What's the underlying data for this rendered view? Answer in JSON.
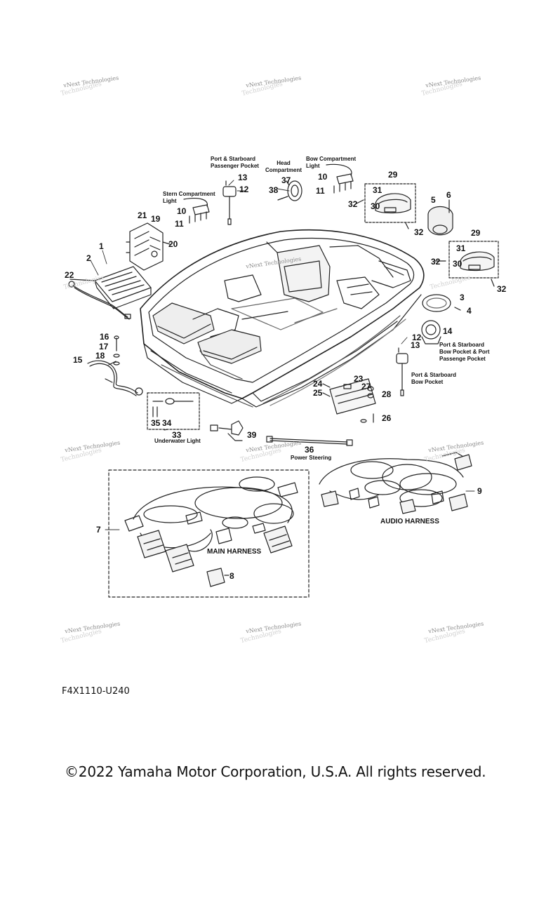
{
  "diagram_code": "F4X1110-U240",
  "copyright": "©2022 Yamaha Motor Corporation, U.S.A. All rights reserved.",
  "watermark": "vNext Technologies",
  "watermark_ghost": "Technologies",
  "captions": {
    "port_starboard_passenger_pocket": "Port & Starboard\nPassenger Pocket",
    "head_compartment": "Head\nCompartment",
    "bow_compartment_light": "Bow Compartment\nLight",
    "stern_compartment_light": "Stern Compartment\nLight",
    "port_starboard_bow_pocket_port_passenge": "Port & Starboard\nBow Pocket & Port\nPassenge Pocket",
    "port_starboard_bow_pocket": "Port & Starboard\nBow Pocket",
    "underwater_light": "Underwater Light",
    "power_steering": "Power Steering",
    "main_harness": "MAIN HARNESS",
    "audio_harness": "AUDIO HARNESS"
  },
  "callouts": [
    "1",
    "2",
    "3",
    "4",
    "5",
    "6",
    "7",
    "8",
    "9",
    "10",
    "11",
    "12",
    "13",
    "14",
    "15",
    "16",
    "17",
    "18",
    "19",
    "20",
    "21",
    "22",
    "23",
    "24",
    "25",
    "26",
    "27",
    "28",
    "29",
    "30",
    "31",
    "32",
    "33",
    "34",
    "35",
    "36",
    "37",
    "38",
    "39"
  ]
}
